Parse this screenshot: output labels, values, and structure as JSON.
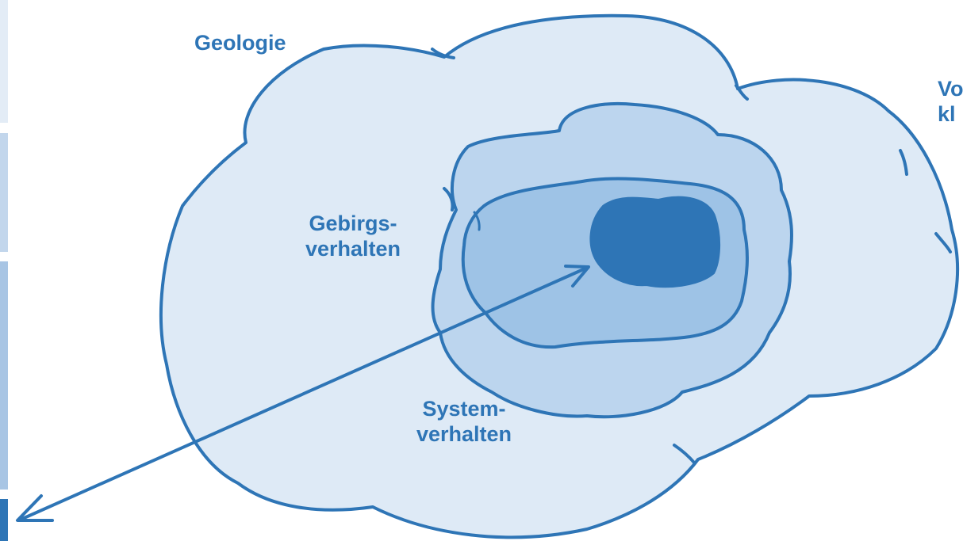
{
  "labels": {
    "geologie": "Geologie",
    "gebirgsverhalten_line1": "Gebirgs-",
    "gebirgsverhalten_line2": "verhalten",
    "systemverhalten_line1": "System-",
    "systemverhalten_line2": "verhalten",
    "right_partial_line1": "Vo",
    "right_partial_line2": "kl"
  },
  "colors": {
    "outline": "#2e75b6",
    "outer_fill": "#deeaf6",
    "middle_fill": "#bcd5ee",
    "inner_fill": "#9ec3e6",
    "core_fill": "#2e75b6"
  }
}
